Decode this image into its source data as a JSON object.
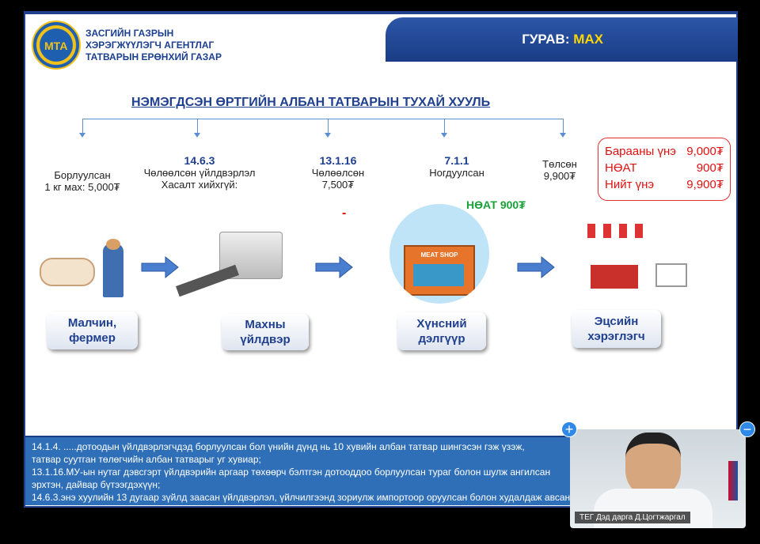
{
  "header": {
    "org_lines": [
      "ЗАСГИЙН ГАЗРЫН",
      "ХЭРЭГЖҮҮЛЭГЧ АГЕНТЛАГ",
      "ТАТВАРЫН ЕРӨНХИЙ ГАЗАР"
    ],
    "logo_text": "МТА",
    "section_prefix": "ГУРАВ: ",
    "section_name": "МАХ"
  },
  "title": "НЭМЭГДСЭН ӨРТГИЙН АЛБАН ТАТВАРЫН ТУХАЙ ХУУЛЬ",
  "steps": [
    {
      "code": "",
      "lines": [
        "Борлуулсан",
        "1 кг мах: 5,000₮"
      ],
      "button": [
        "Малчин,",
        "фермер"
      ]
    },
    {
      "code": "14.6.3",
      "lines": [
        "Чөлөөлсөн үйлдвэрлэл",
        "Хасалт хийхгүй:"
      ],
      "button": [
        "Махны",
        "үйлдвэр"
      ]
    },
    {
      "code": "13.1.16",
      "lines": [
        "Чөлөөлсөн",
        "7,500₮"
      ],
      "button": [
        "Хүнсний",
        "дэлгүүр"
      ]
    },
    {
      "code": "7.1.1",
      "lines": [
        "Ногдуулсан"
      ],
      "button": [
        "Эцсийн",
        "хэрэглэгч"
      ]
    },
    {
      "code": "",
      "lines": [
        "Төлсөн",
        "9,900₮"
      ]
    }
  ],
  "minus_sign": "-",
  "vat_label": "НӨАТ 900₮",
  "shop_sign": "MEAT SHOP",
  "price_box": [
    {
      "label": "Барааны үнэ",
      "value": "9,000₮"
    },
    {
      "label": "НӨАТ",
      "value": "900₮"
    },
    {
      "label": "Нийт үнэ",
      "value": "9,900₮"
    }
  ],
  "notes": [
    "14.1.4. .....дотоодын үйлдвэрлэгчдэд борлуулсан бол үнийн дүнд нь 10 хувийн албан татвар шингэсэн гэж үзэж,",
    "татвар суутган төлөгчийн албан татварыг уг хувиар;",
    "13.1.16.МУ-ын нутаг дэвсгэрт үйлдвэрийн аргаар төхөөрч бэлтгэн дотооддоо борлуулсан тураг болон шулж ангилсан",
    "эрхтэн, дайвар бүтээгдэхүүн;",
    "14.6.3.энэ хуулийн 13 дугаар зүйлд заасан үйлдвэрлэл, үйлчилгээнд зориулж импортоор оруулсан болон худалдаж авсан"
  ],
  "video": {
    "name": "ТЕГ Дэд дарга Д.Цогтжаргал",
    "zoom_in": "+",
    "zoom_out": "−"
  },
  "colors": {
    "brand": "#1f3f8f",
    "accent": "#ffd600",
    "vat": "#1aa23a",
    "price": "#e01010"
  }
}
